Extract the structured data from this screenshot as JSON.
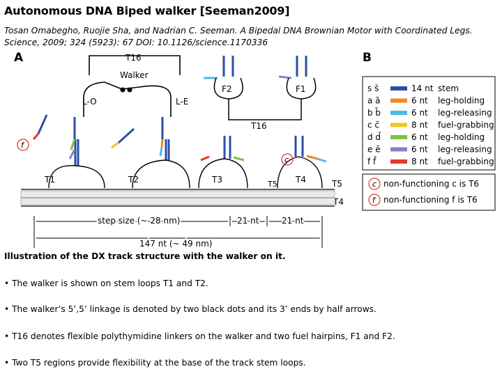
{
  "title": "Autonomous DNA Biped walker [Seeman2009]",
  "citation": "Tosan Omabegho, Ruojie Sha, and Nadrian C. Seeman. A Bipedal DNA Brownian Motor with Coordinated Legs. Science, 2009; 324 (5923): 67 DOI: 10.1126/science.1170336",
  "figure": {
    "panel_a": "A",
    "panel_b": "B",
    "labels": {
      "t16_top": "T16",
      "walker": "Walker",
      "lo": "L-O",
      "le": "L-E",
      "f2": "F2",
      "f1": "F1",
      "t16_mid": "T16",
      "t1": "T1",
      "t2": "T2",
      "t3": "T3",
      "t4": "T4",
      "t5a": "T5",
      "t5b": "T5",
      "t4b": "T4",
      "step_size": "step size (~ 28 nm)",
      "nt21a": "21 nt",
      "nt21b": "21 nt",
      "total": "147 nt (~ 49 nm)"
    },
    "legend": [
      {
        "pair": "s s̄",
        "color": "#2a4fa8",
        "length": "14 nt",
        "role": "stem"
      },
      {
        "pair": "a ā",
        "color": "#f08a1e",
        "length": "6 nt",
        "role": "leg-holding"
      },
      {
        "pair": "b b̄",
        "color": "#4db8e8",
        "length": "6 nt",
        "role": "leg-releasing"
      },
      {
        "pair": "c c̄",
        "color": "#f4c51f",
        "length": "8 nt",
        "role": "fuel-grabbing"
      },
      {
        "pair": "d d̄",
        "color": "#7dc242",
        "length": "6 nt",
        "role": "leg-holding"
      },
      {
        "pair": "e ē",
        "color": "#8a7fc8",
        "length": "6 nt",
        "role": "leg-releasing"
      },
      {
        "pair": "f f̄",
        "color": "#e23a2e",
        "length": "8 nt",
        "role": "fuel-grabbing"
      }
    ],
    "notes": [
      {
        "mark": "c",
        "text": "non-functioning c is T6"
      },
      {
        "mark": "f",
        "text": "non-functioning f is T6"
      }
    ]
  },
  "caption": "Illustration of the DX track structure with the walker on it.",
  "bullets": [
    "• The walker is shown on stem loops T1 and T2.",
    "• The walker’s 5’,5’ linkage is denoted by two black dots and its 3’ ends by half arrows.",
    "• T16 denotes flexible polythymidine linkers on the walker and two fuel hairpins, F1 and F2.",
    "• Two T5 regions provide flexibility at the base of the track stem loops."
  ]
}
